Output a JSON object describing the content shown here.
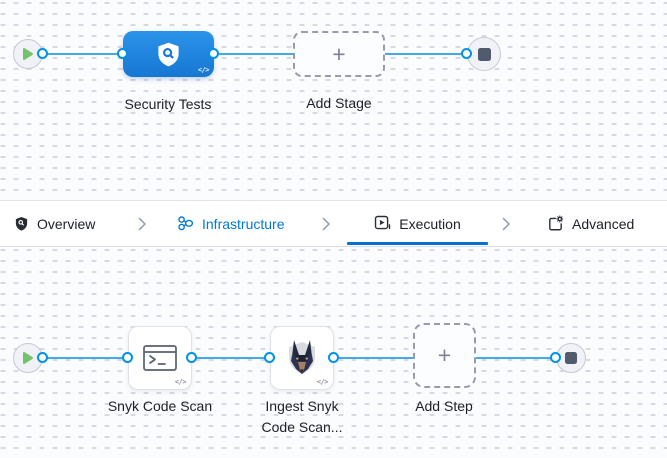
{
  "stage_pipeline": {
    "stage_label": "Security Tests",
    "add_stage_label": "Add Stage"
  },
  "tab_bar": {
    "tabs": [
      {
        "label": "Overview"
      },
      {
        "label": "Infrastructure"
      },
      {
        "label": "Execution"
      },
      {
        "label": "Advanced"
      }
    ],
    "selected_tab": "Execution"
  },
  "step_pipeline": {
    "steps": [
      {
        "label": "Snyk Code Scan"
      },
      {
        "label": "Ingest Snyk Code Scan..."
      }
    ],
    "add_step_label": "Add Step"
  },
  "icons": {
    "code_glyph": "</>",
    "plus_glyph": "+"
  },
  "colors": {
    "accent_blue": "#0278d5",
    "flow_line_blue": "#46a9e7",
    "connector_blue": "#0092e4",
    "stage_node_blue": "#1e87e0",
    "play_green": "#73c36b",
    "stop_slate": "#525a6e",
    "canvas_bg": "#fbfcfe"
  }
}
